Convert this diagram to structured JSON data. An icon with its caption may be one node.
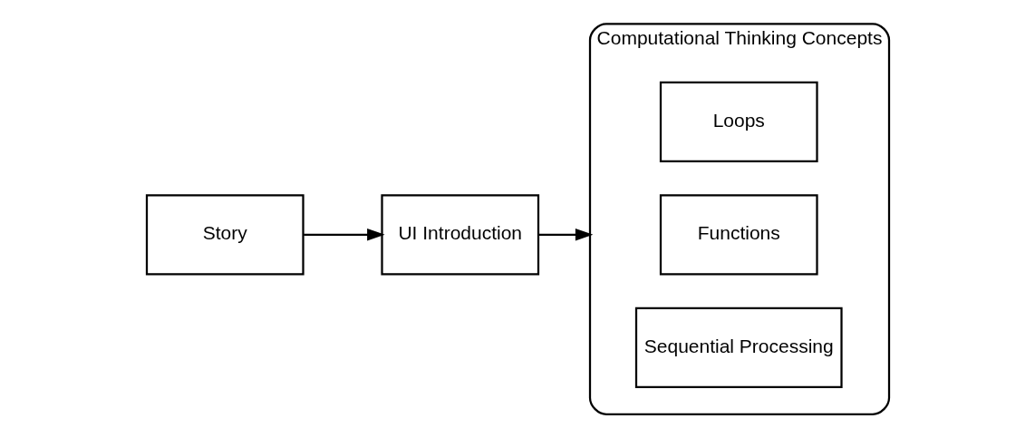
{
  "diagram": {
    "nodes": [
      {
        "text": [
          "Story"
        ]
      },
      {
        "text": [
          "UI Introduction"
        ]
      },
      {
        "text": [
          "Computational Thinking Concepts"
        ]
      },
      {
        "text": [
          "Sequential Processing"
        ],
        "in": 2
      },
      {
        "text": [
          "Functions"
        ],
        "in": 2
      },
      {
        "text": [
          "Loops"
        ],
        "in": 2
      }
    ],
    "edges": [
      {
        "from": 0,
        "to": 1,
        "arrow": "to"
      },
      {
        "from": 1,
        "to": 2,
        "arrow": "to"
      }
    ]
  }
}
